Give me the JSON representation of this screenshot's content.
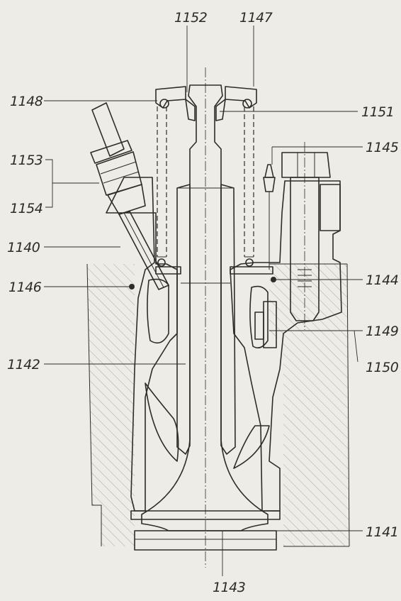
{
  "drawing": {
    "part_labels": {
      "p1152": "1152",
      "p1147": "1147",
      "p1148": "1148",
      "p1151": "1151",
      "p1145": "1145",
      "p1153": "1153",
      "p1154": "1154",
      "p1140": "1140",
      "p1146": "1146",
      "p1144": "1144",
      "p1149": "1149",
      "p1150": "1150",
      "p1142": "1142",
      "p1141": "1141",
      "p1143": "1143"
    },
    "colors": {
      "ink": "#2d2c29",
      "paper": "#eeece6",
      "hatch_light": "#8b8984"
    }
  }
}
